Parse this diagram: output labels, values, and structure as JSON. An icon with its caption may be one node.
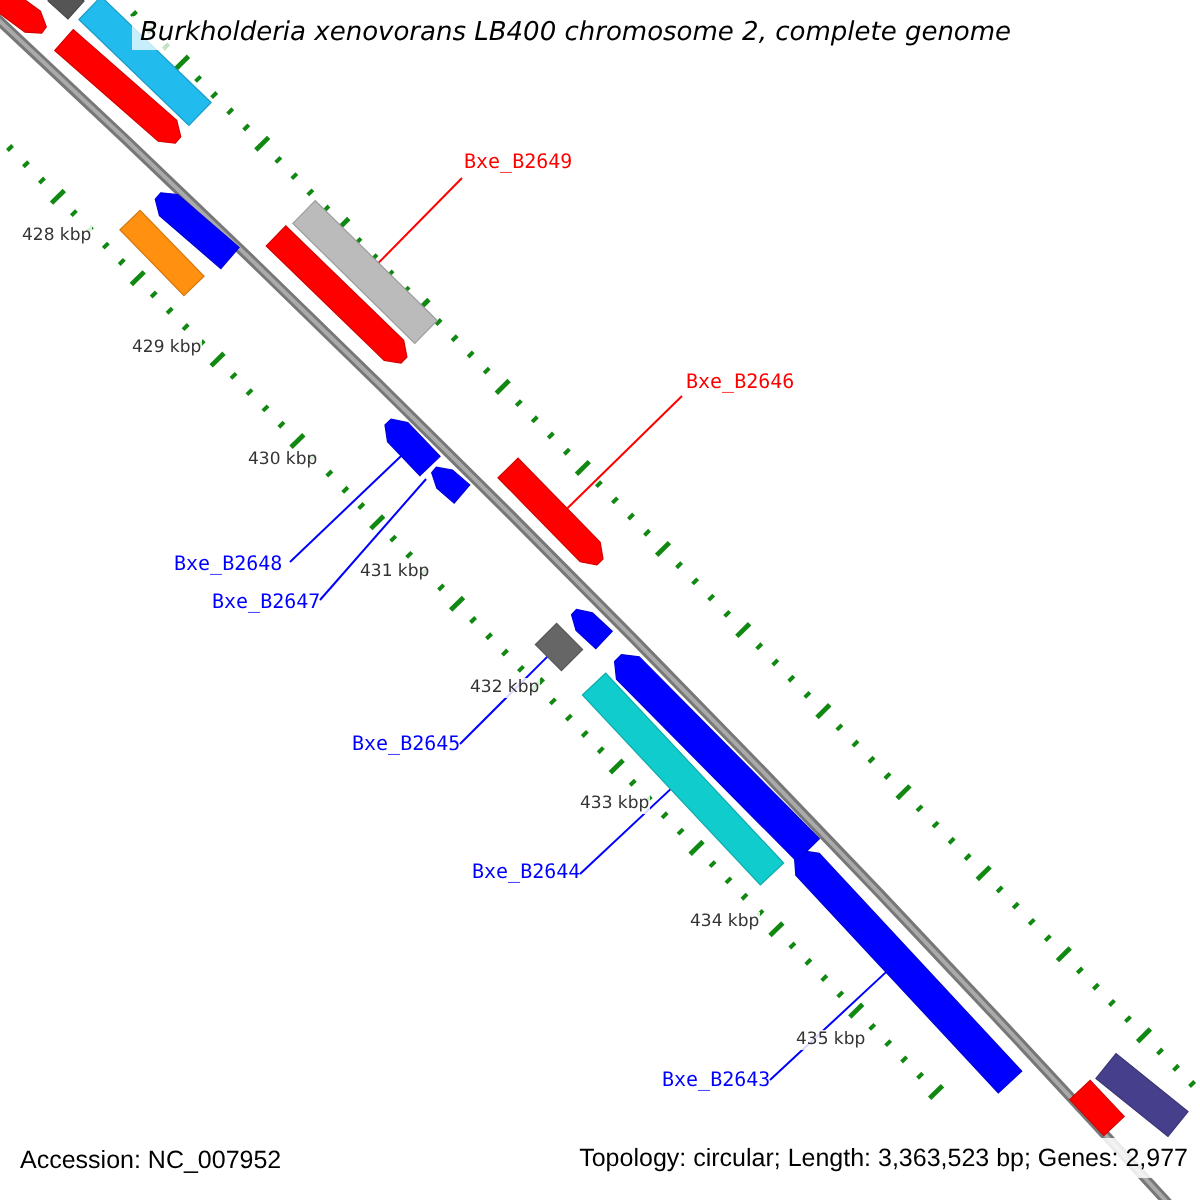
{
  "diagram": {
    "title": "Burkholderia xenovorans LB400 chromosome 2, complete genome",
    "nodes": [
      {
        "text": [
          "Bxe_B2649"
        ]
      },
      {
        "text": [],
        "shape": "bar"
      },
      {
        "text": [
          "Bxe_B2646"
        ]
      },
      {
        "text": [],
        "shape": "bar"
      },
      {
        "text": [
          "Bxe_B2648"
        ]
      },
      {
        "text": [],
        "shape": "bar"
      },
      {
        "text": [
          "Bxe_B2647"
        ]
      },
      {
        "text": [],
        "shape": "bar"
      },
      {
        "text": [
          "Bxe_B2645"
        ]
      },
      {
        "text": [],
        "shape": "bar"
      },
      {
        "text": [
          "Bxe_B2644"
        ]
      },
      {
        "text": [],
        "shape": "bar"
      },
      {
        "text": [
          "Bxe_B2643"
        ]
      },
      {
        "text": [],
        "shape": "bar"
      },
      {
        "text": [],
        "shape": "bar"
      },
      {
        "text": [],
        "shape": "bar"
      },
      {
        "text": [],
        "shape": "bar"
      },
      {
        "text": [],
        "shape": "bar"
      },
      {
        "text": [],
        "shape": "bar"
      },
      {
        "text": [],
        "shape": "bar"
      },
      {
        "text": [],
        "shape": "bar"
      },
      {
        "text": [],
        "shape": "bar"
      },
      {
        "text": [],
        "shape": "bar"
      },
      {
        "text": [],
        "shape": "bar"
      },
      {
        "text": [],
        "shape": "bar"
      }
    ],
    "edges": [
      {
        "from": 0,
        "to": 1,
        "arrow": "none",
        "color": "#ff0000"
      },
      {
        "from": 2,
        "to": 3,
        "arrow": "none",
        "color": "#ff0000"
      },
      {
        "from": 4,
        "to": 5,
        "arrow": "none"
      },
      {
        "from": 6,
        "to": 7,
        "arrow": "none"
      },
      {
        "from": 8,
        "to": 9,
        "arrow": "none"
      },
      {
        "from": 10,
        "to": 11,
        "arrow": "none"
      },
      {
        "from": 12,
        "to": 13,
        "arrow": "none"
      }
    ],
    "labels": [
      "428 kbp",
      "429 kbp",
      "430 kbp",
      "431 kbp",
      "432 kbp",
      "433 kbp",
      "434 kbp",
      "435 kbp",
      "Accession: NC_007952",
      "Topology: circular; Length: 3,363,523 bp; Genes: 2,977"
    ]
  }
}
